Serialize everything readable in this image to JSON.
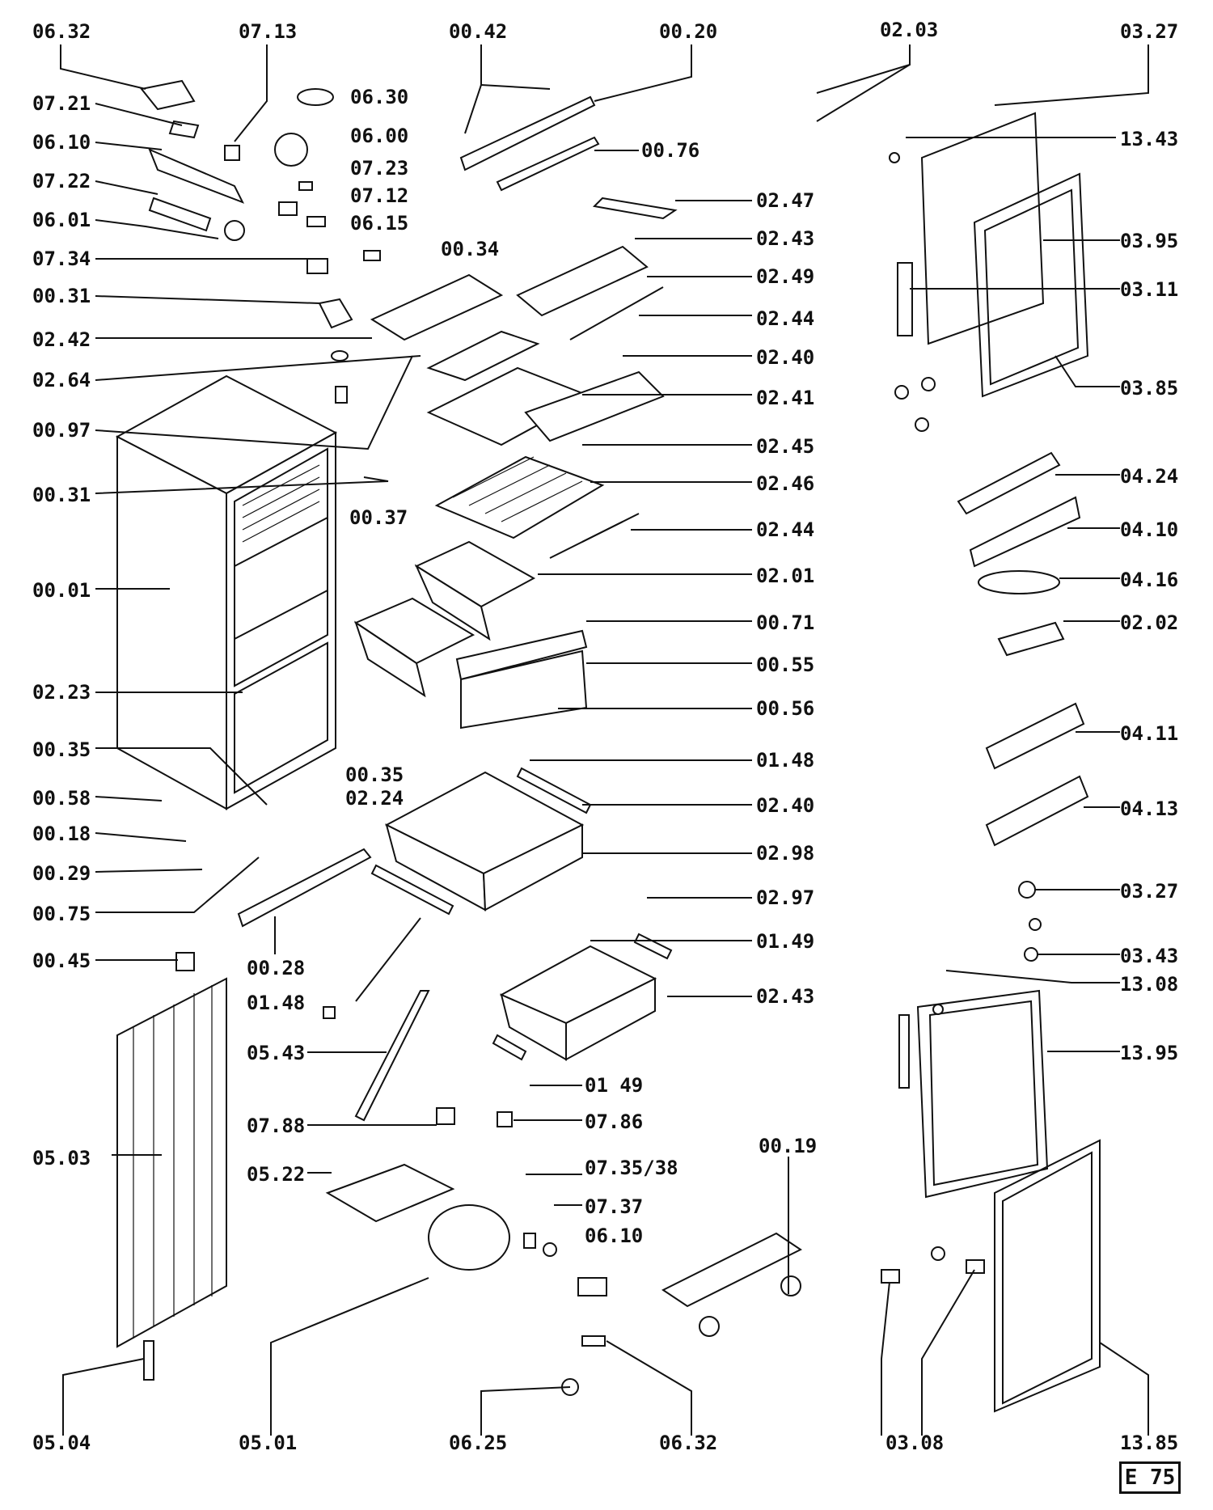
{
  "sheet_code": "E 75",
  "labels": [
    "06.32",
    "07.13",
    "00.42",
    "00.20",
    "02.03",
    "03.27",
    "07.21",
    "06.30",
    "06.10",
    "06.00",
    "07.23",
    "07.22",
    "07.12",
    "06.01",
    "06.15",
    "07.34",
    "00.34",
    "00.31",
    "02.42",
    "02.64",
    "00.97",
    "00.31",
    "00.37",
    "00.01",
    "02.23",
    "00.35",
    "00.35",
    "02.24",
    "00.58",
    "00.18",
    "00.29",
    "00.75",
    "00.28",
    "01.48",
    "00.45",
    "05.43",
    "07.88",
    "05.03",
    "05.22",
    "05.04",
    "05.01",
    "06.25",
    "06.32",
    "07.86",
    "07.35/38",
    "07.37",
    "06.10",
    "00.19",
    "01 49",
    "00.76",
    "02.47",
    "02.43",
    "02.49",
    "02.44",
    "02.40",
    "02.41",
    "02.45",
    "02.46",
    "02.44",
    "02.01",
    "00.71",
    "00.55",
    "00.56",
    "01.48",
    "02.40",
    "02.98",
    "02.97",
    "01.49",
    "02.43",
    "13.43",
    "03.95",
    "03.11",
    "03.85",
    "04.24",
    "04.10",
    "04.16",
    "02.02",
    "04.11",
    "04.13",
    "03.27",
    "03.43",
    "13.08",
    "13.95",
    "03.08",
    "13.85"
  ]
}
